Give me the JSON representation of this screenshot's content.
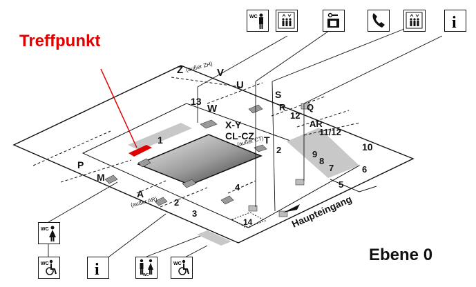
{
  "meeting_point_label": "Treffpunkt",
  "level_label": "Ebene  0",
  "entrance_label": "Haupteingang",
  "colors": {
    "meeting_point": "#e00000",
    "floor": "#ffffff",
    "grey_zone": "#c8c8c8",
    "line": "#111111"
  },
  "zones": {
    "z": "Z",
    "z_note": "(außer ZH)",
    "v": "V",
    "u": "U",
    "s": "S",
    "n13": "13",
    "w": "W",
    "r": "R",
    "q": "Q",
    "n12": "12",
    "xy": "X-Y",
    "clcz": "CL-CZ",
    "clcz_note": "(außer CT)",
    "ar": "AR",
    "n11_12": "11/12",
    "t": "T",
    "n10": "10",
    "n9": "9",
    "n8": "8",
    "n7": "7",
    "n2_right": "2",
    "n6": "6",
    "n5": "5",
    "n1": "1",
    "p": "P",
    "m": "M",
    "a": "A",
    "a_note": "(außer AR)",
    "n4": "4",
    "n2_left": "2",
    "n3": "3",
    "n14": "14"
  },
  "icons": {
    "top": [
      "wc-men-icon",
      "elevator-icon",
      "luggage-locker-icon",
      "phone-icon",
      "elevator-icon",
      "info-icon"
    ],
    "bottom": [
      "wc-women-icon",
      "wc-accessible-icon",
      "info-icon",
      "wc-unisex-icon",
      "wc-accessible-icon"
    ]
  },
  "icon_text": {
    "wc": "WC",
    "info": "i"
  }
}
